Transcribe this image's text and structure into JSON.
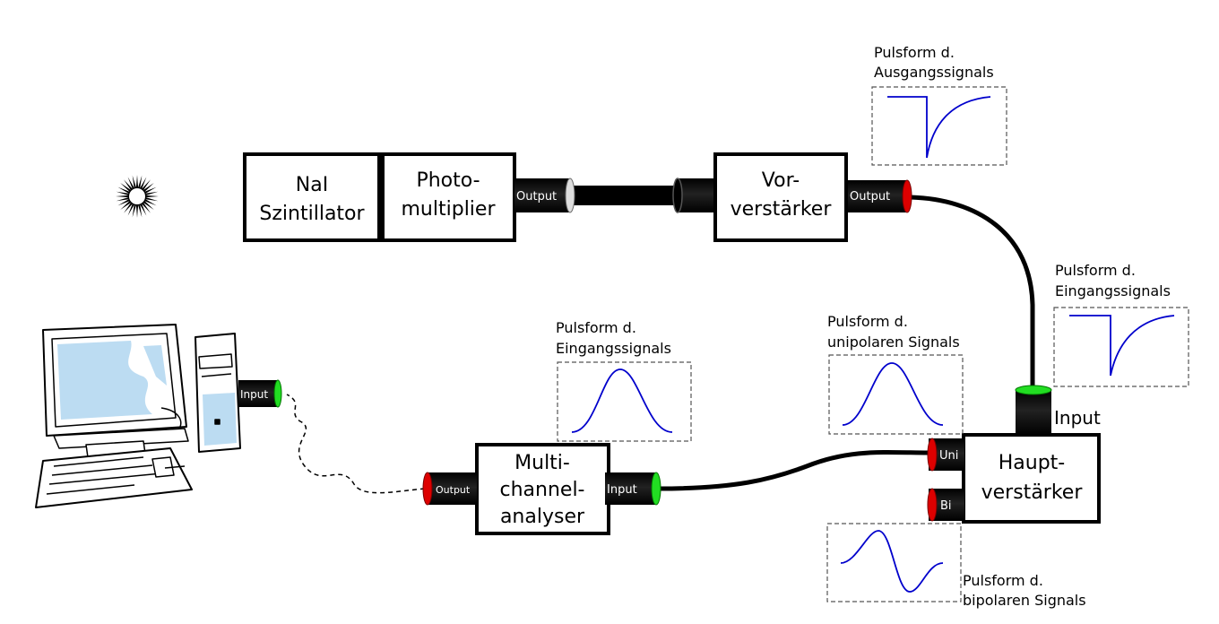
{
  "blocks": {
    "scintillator": [
      "NaI",
      "Szintillator"
    ],
    "photomultiplier": [
      "Photo-",
      "multiplier"
    ],
    "preamp": [
      "Vor-",
      "verstärker"
    ],
    "mainamp": [
      "Haupt-",
      "verstärker"
    ],
    "mca": [
      "Multi-",
      "channel-",
      "analyser"
    ]
  },
  "connectors": {
    "pm_output": "Output",
    "preamp_output": "Output",
    "mainamp_input": "Input",
    "mainamp_uni": "Uni",
    "mainamp_bi": "Bi",
    "mca_input": "Input",
    "mca_output": "Output",
    "pc_input": "Input"
  },
  "captions": {
    "preamp_out": [
      "Pulsform d.",
      "Ausgangssignals"
    ],
    "mainamp_in": [
      "Pulsform d.",
      "Eingangssignals"
    ],
    "unipolar": [
      "Pulsform d.",
      "unipolaren Signals"
    ],
    "mca_in": [
      "Pulsform d.",
      "Eingangssignals"
    ],
    "bipolar": [
      "Pulsform d.",
      "bipolaren Signals"
    ]
  },
  "colors": {
    "pulse": "#0000cc",
    "plug_red": "#dd0000",
    "plug_green": "#22dd22",
    "plug_gray": "#dddddd",
    "screen": "#bcdcf2"
  }
}
